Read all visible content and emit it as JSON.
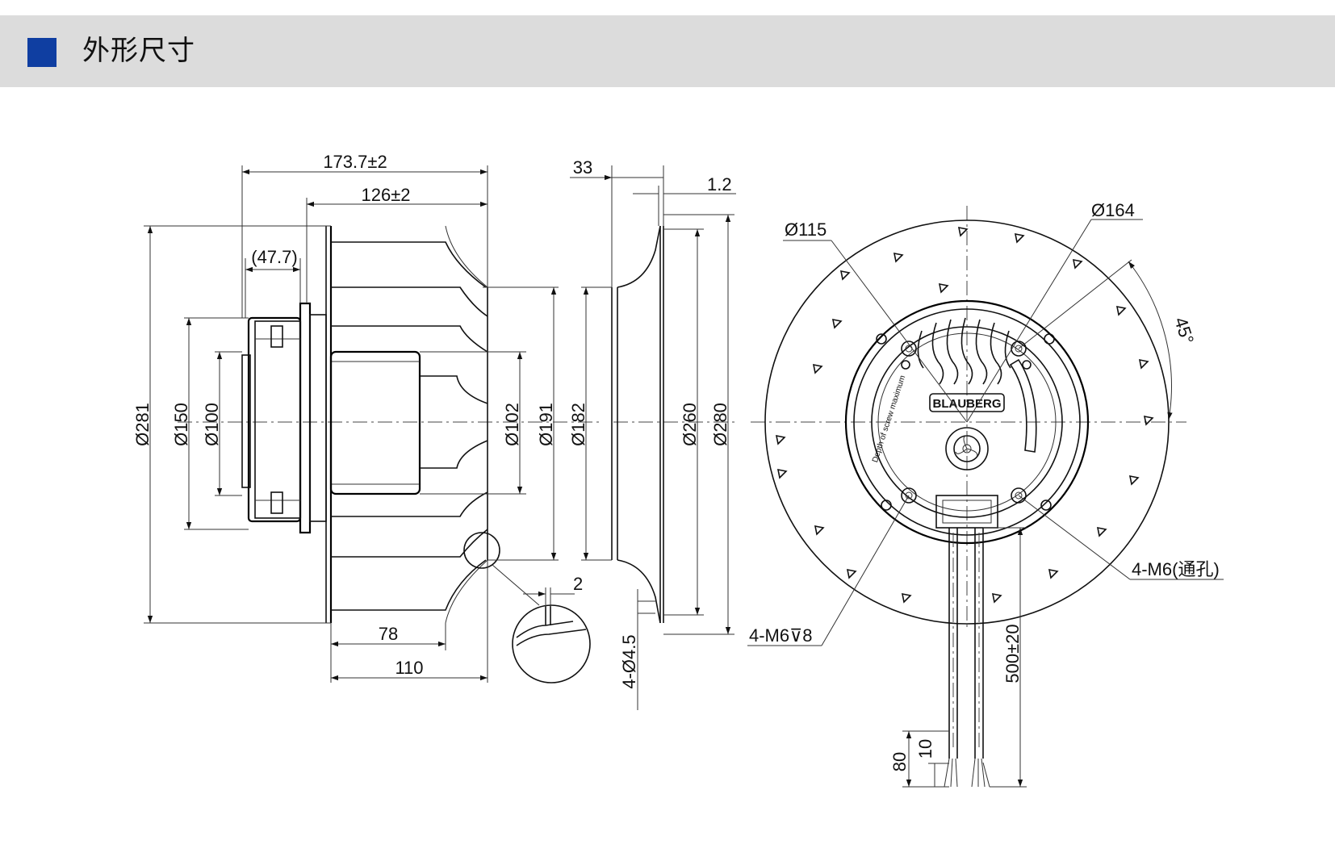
{
  "header": {
    "title": "外形尺寸",
    "accent_color": "#0f3ea1",
    "bar_color": "#dcdcdc"
  },
  "side_view": {
    "d_173": "173.7±2",
    "d_126": "126±2",
    "d_47": "(47.7)",
    "d_281": "Ø281",
    "d_150": "Ø150",
    "d_100": "Ø100",
    "d_102": "Ø102",
    "d_191": "Ø191",
    "d_78": "78",
    "d_110": "110",
    "d_2": "2"
  },
  "ring_view": {
    "d_33": "33",
    "d_1_2": "1.2",
    "d_182": "Ø182",
    "d_260": "Ø260",
    "d_280": "Ø280",
    "d_holes": "4-Ø4.5"
  },
  "front_view": {
    "d_115": "Ø115",
    "d_164": "Ø164",
    "d_45": "45°",
    "d_m6_through": "4-M6(通孔)",
    "d_m6_depth": "4-M6⊽8",
    "d_500": "500±20",
    "d_80": "80",
    "d_10": "10",
    "brand": "BLAUBERG",
    "label_text": "Depth of screw maximum"
  }
}
